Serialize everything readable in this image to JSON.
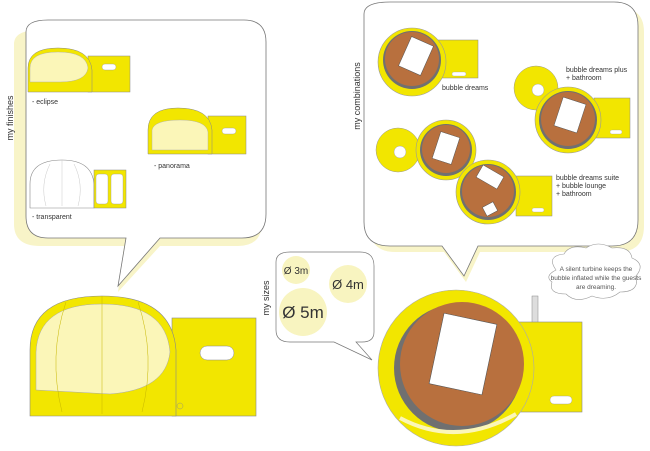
{
  "colors": {
    "yellow": "#f2e600",
    "cream": "#fbf6b8",
    "pale_shadow": "#f8f4c8",
    "bed_brown": "#b8703e",
    "dark_rim": "#707070",
    "outline": "#777777"
  },
  "finishes": {
    "title": "my finishes",
    "eclipse": "- eclipse",
    "panorama": "- panorama",
    "transparent": "- transparent"
  },
  "combinations": {
    "title": "my combinations",
    "bubble_dreams": "bubble dreams",
    "plus_line1": "bubble dreams plus",
    "plus_line2": "+ bathroom",
    "suite_line1": "bubble dreams suite",
    "suite_line2": "+ bubble lounge",
    "suite_line3": "+ bathroom"
  },
  "sizes": {
    "title": "my sizes",
    "s": "Ø 3m",
    "m": "Ø 4m",
    "l": "Ø 5m"
  },
  "turbine_note": {
    "line1": "A silent turbine keeps the",
    "line2": "bubble inflated while the guests",
    "line3": "are dreaming."
  }
}
